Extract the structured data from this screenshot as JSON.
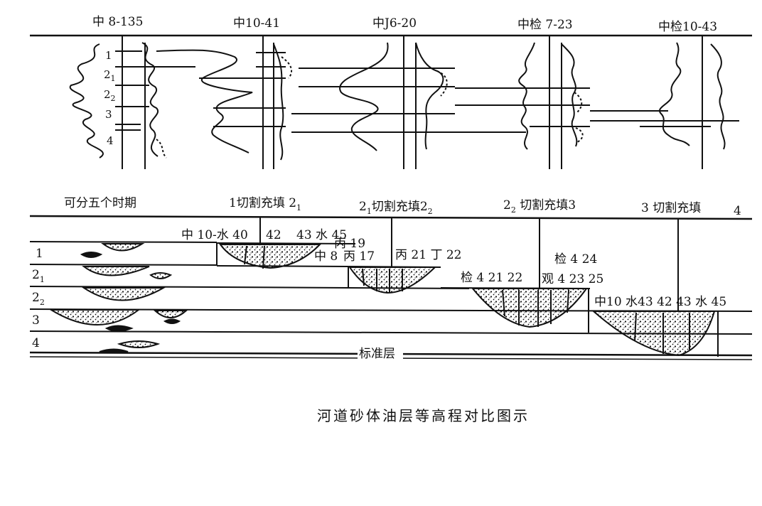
{
  "wells": [
    {
      "name": "中 8-135"
    },
    {
      "name": "中10-41"
    },
    {
      "name": "中J6-20"
    },
    {
      "name": "中检 7-23"
    },
    {
      "name": "中检10-43"
    }
  ],
  "layer_marks": [
    {
      "main": "1",
      "sub": ""
    },
    {
      "main": "2",
      "sub": "1"
    },
    {
      "main": "2",
      "sub": "2"
    },
    {
      "main": "3",
      "sub": ""
    },
    {
      "main": "4",
      "sub": ""
    }
  ],
  "stages": {
    "s0": {
      "text": "可分五个时期"
    },
    "s1": {
      "text": "1切割充填 2",
      "sub": "1"
    },
    "s2": {
      "pre": "2",
      "pre_sub": "1",
      "text": "切割充填2",
      "sub": "2"
    },
    "s3": {
      "pre": "2",
      "pre_sub": "2",
      "text": " 切割充填3"
    },
    "s4": {
      "text": "3 切割充填"
    },
    "s5": {
      "text": "4"
    }
  },
  "section_labels": [
    {
      "main": "1",
      "sub": ""
    },
    {
      "main": "2",
      "sub": "1"
    },
    {
      "main": "2",
      "sub": "2"
    },
    {
      "main": "3",
      "sub": ""
    },
    {
      "main": "4",
      "sub": ""
    }
  ],
  "panel_texts": {
    "p1": "中 10-水 40",
    "p2": "42",
    "p3": "43  水 45",
    "p4": "丙 19",
    "p5": "中 8",
    "p6": "丙 17",
    "p7": "丙 21 丁 22",
    "p8": "检 4 24",
    "p9": "检 4  21 22",
    "p10": "观 4  23  25",
    "p11": "中10  水43 42  43  水 45"
  },
  "datum_label": "标准层",
  "caption": "河道砂体油层等高程对比图示"
}
